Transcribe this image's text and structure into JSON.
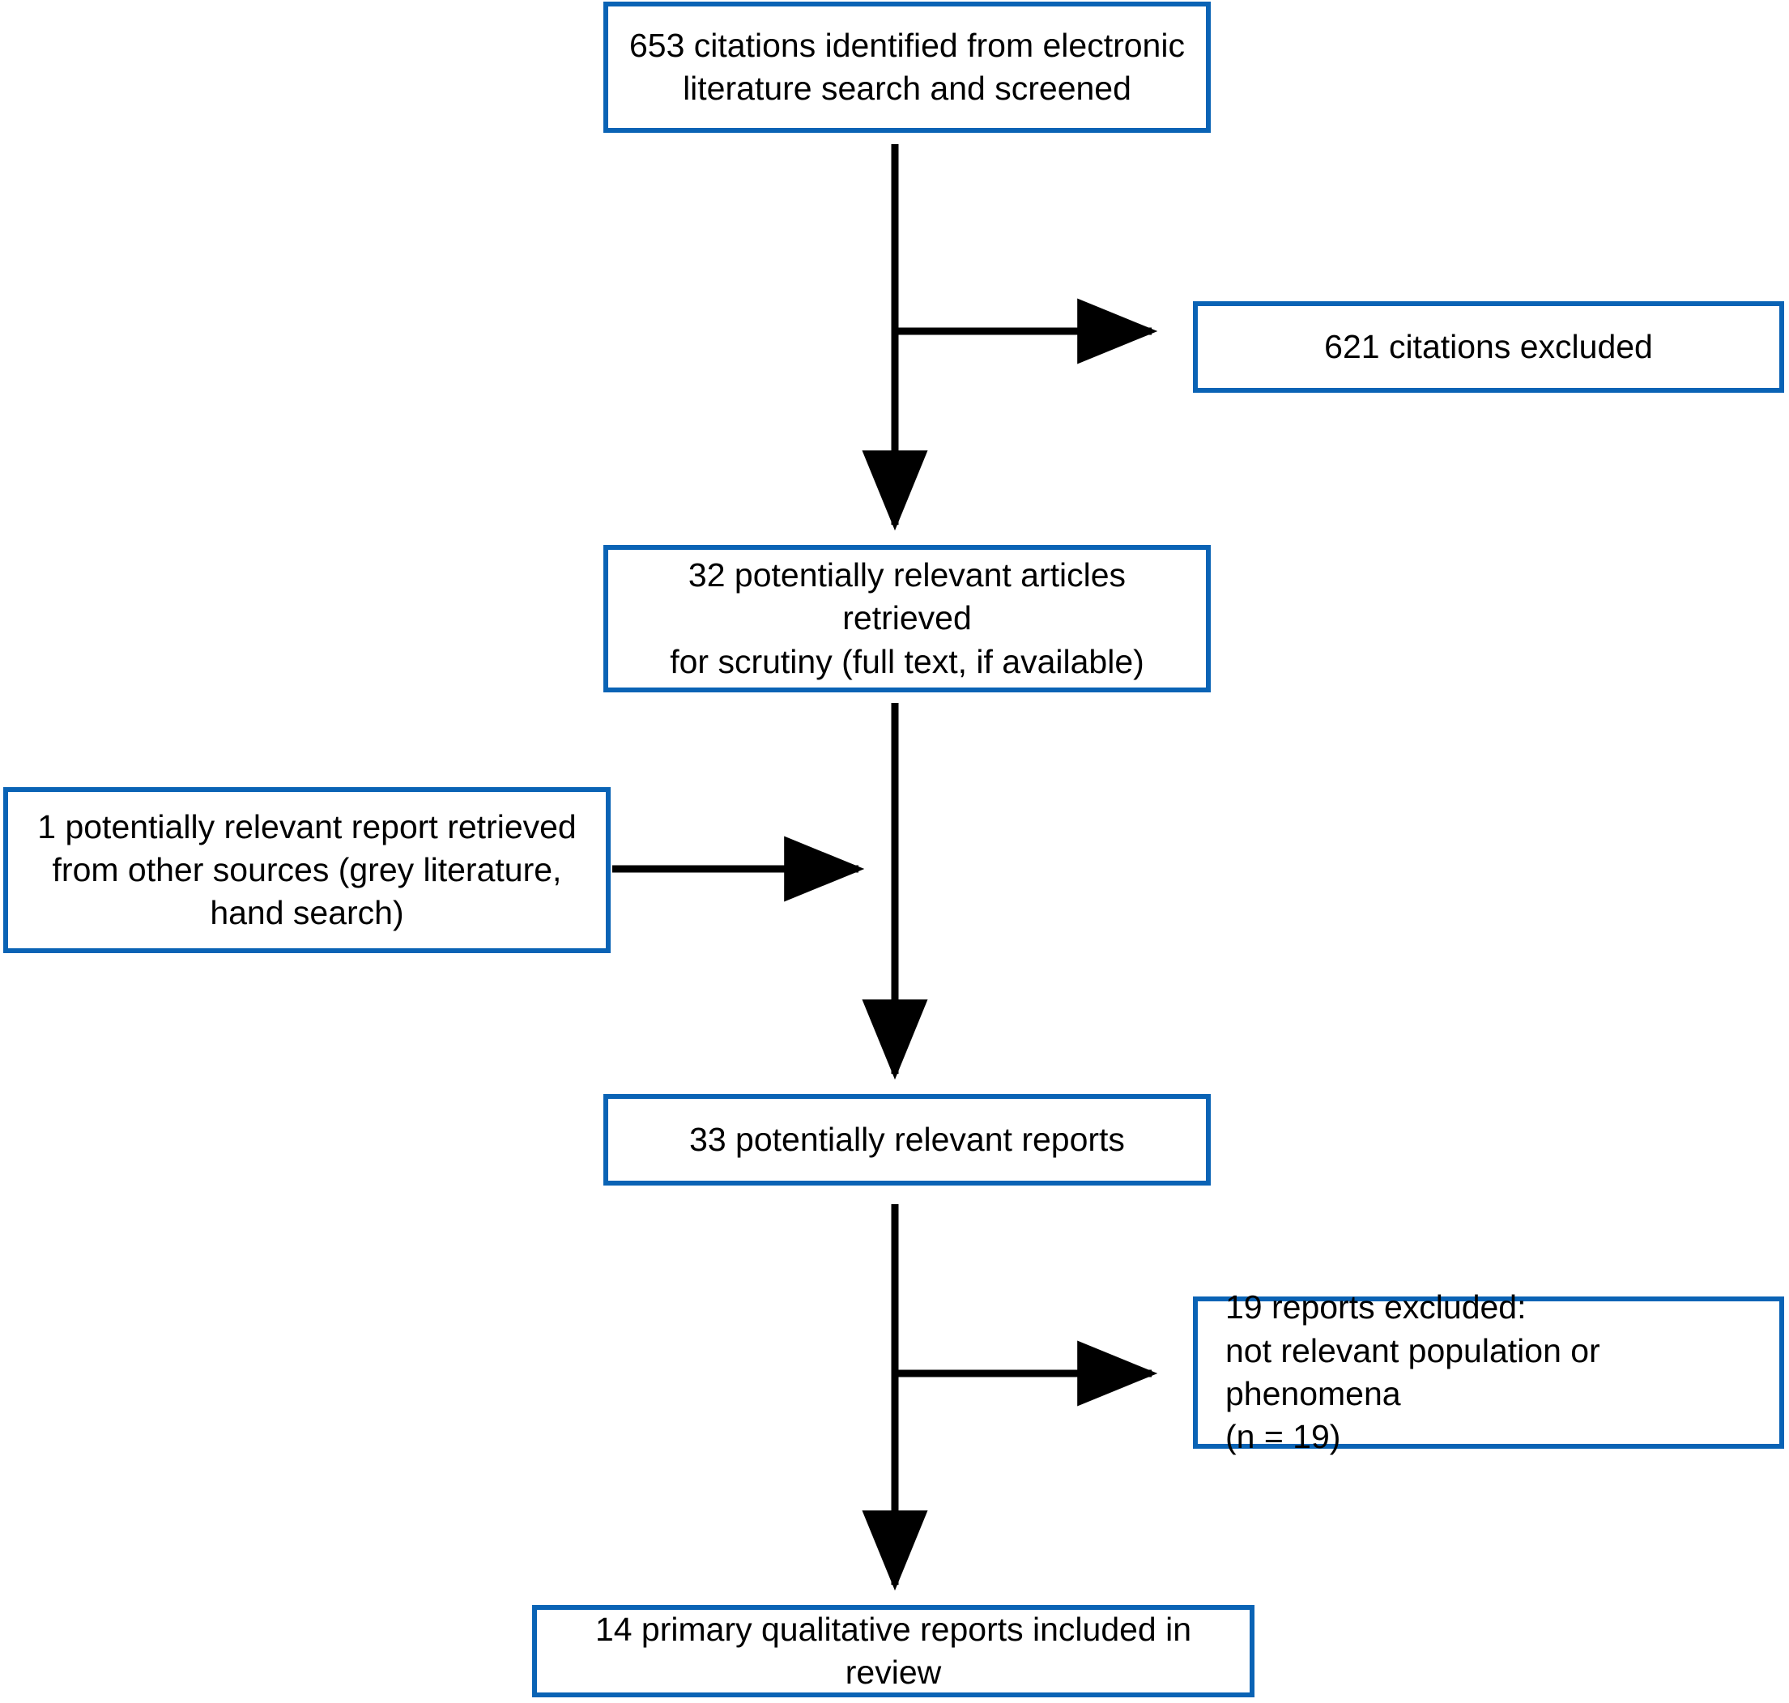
{
  "diagram": {
    "type": "flowchart",
    "title": "PRISMA study selection flow diagram",
    "colors": {
      "box_border": "#0a63b5",
      "connector": "#000000",
      "background": "#ffffff",
      "text": "#000000"
    },
    "nodes": [
      {
        "id": "identified",
        "name": "citations-identified-box",
        "text": "653 citations identified from electronic\nliterature search and screened",
        "count": 653,
        "align": "center"
      },
      {
        "id": "excluded_1",
        "name": "citations-excluded-box",
        "text": "621 citations excluded",
        "count": 621,
        "align": "center"
      },
      {
        "id": "retrieved",
        "name": "articles-retrieved-box",
        "text": "32 potentially relevant articles retrieved\nfor scrutiny (full text, if available)",
        "count": 32,
        "align": "center"
      },
      {
        "id": "other_sources",
        "name": "other-sources-report-box",
        "text": "1 potentially relevant report retrieved\nfrom other sources (grey literature,\nhand search)",
        "count": 1,
        "align": "center"
      },
      {
        "id": "reports",
        "name": "potentially-relevant-reports-box",
        "text": "33 potentially relevant reports",
        "count": 33,
        "align": "center"
      },
      {
        "id": "excluded_2",
        "name": "reports-excluded-box",
        "text": "19 reports excluded:\nnot relevant population or phenomena\n(n = 19)",
        "count": 19,
        "align": "left"
      },
      {
        "id": "included",
        "name": "reports-included-box",
        "text": "14 primary qualitative reports included in review",
        "count": 14,
        "align": "center"
      }
    ],
    "connectors": [
      {
        "name": "arrow-identified-to-retrieved",
        "from": "identified",
        "to": "retrieved",
        "direction": "down"
      },
      {
        "name": "arrow-identified-to-excluded-1",
        "from": "identified",
        "to": "excluded_1",
        "direction": "right"
      },
      {
        "name": "arrow-retrieved-to-reports",
        "from": "retrieved",
        "to": "reports",
        "direction": "down"
      },
      {
        "name": "arrow-other-sources-to-reports",
        "from": "other_sources",
        "to": "reports",
        "direction": "right"
      },
      {
        "name": "arrow-reports-to-included",
        "from": "reports",
        "to": "included",
        "direction": "down"
      },
      {
        "name": "arrow-reports-to-excluded-2",
        "from": "reports",
        "to": "excluded_2",
        "direction": "right"
      }
    ]
  }
}
